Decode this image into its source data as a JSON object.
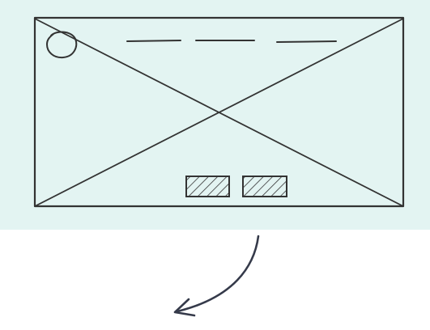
{
  "colors": {
    "panel_background": "#e3f4f2",
    "page_background": "#ffffff",
    "sketch_stroke": "#333333",
    "arrow_stroke": "#353a4a"
  },
  "wireframe": {
    "elements": [
      {
        "role": "logo-placeholder",
        "shape": "circle"
      },
      {
        "role": "nav-link-placeholder",
        "shape": "line"
      },
      {
        "role": "nav-link-placeholder",
        "shape": "line"
      },
      {
        "role": "nav-link-placeholder",
        "shape": "line"
      },
      {
        "role": "image-placeholder",
        "shape": "crossed-box"
      },
      {
        "role": "button-placeholder",
        "shape": "hatched-box"
      },
      {
        "role": "button-placeholder",
        "shape": "hatched-box"
      }
    ]
  },
  "arrow": {
    "direction": "down-left",
    "style": "curved"
  }
}
